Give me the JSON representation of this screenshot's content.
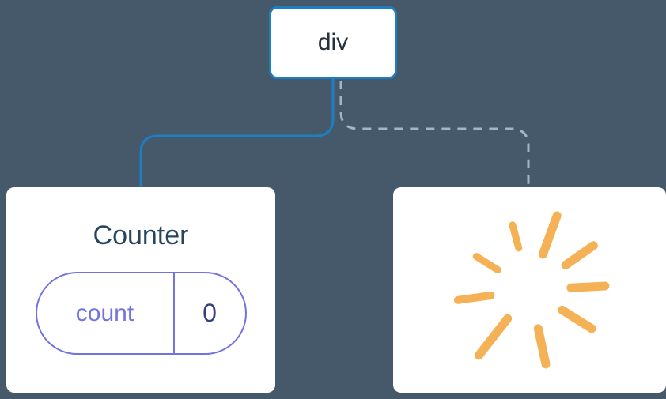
{
  "diagram": {
    "root": {
      "label": "div"
    },
    "counter_card": {
      "title": "Counter",
      "state_pill": {
        "label": "count",
        "value": "0"
      }
    },
    "removed_card": {
      "icon": "poof-starburst"
    },
    "edges": [
      {
        "from": "div",
        "to": "Counter",
        "style": "solid"
      },
      {
        "from": "div",
        "to": "removed",
        "style": "dashed"
      }
    ]
  },
  "colors": {
    "background": "#45596B",
    "card_background": "#FFFFFF",
    "root_border": "#1E7EC2",
    "solid_edge": "#1E7EC2",
    "dashed_edge": "#9FB5C9",
    "root_text": "#23313F",
    "counter_title": "#27455F",
    "pill_border": "#7373E0",
    "pill_key_text": "#7373E0",
    "pill_value_text": "#33427A",
    "poof_rays": "#F5B155"
  }
}
